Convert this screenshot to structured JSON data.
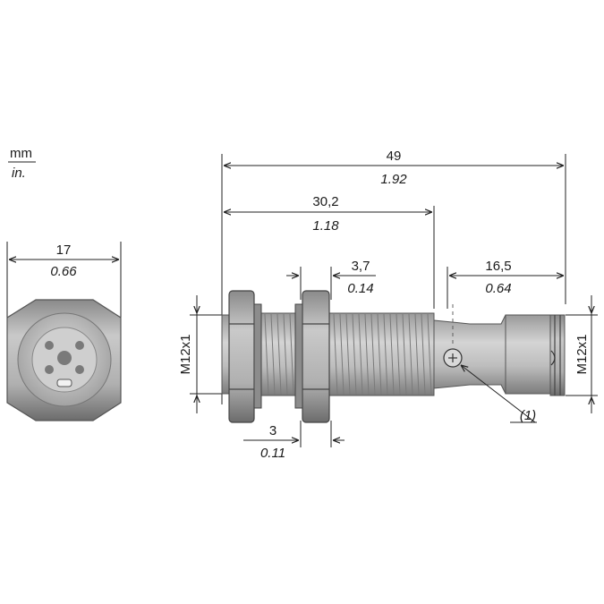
{
  "units": {
    "metric": "mm",
    "imperial": "in."
  },
  "dimensions": {
    "front_width": {
      "mm": "17",
      "in": "0.66"
    },
    "total_length": {
      "mm": "49",
      "in": "1.92"
    },
    "thread_length": {
      "mm": "30,2",
      "in": "1.18"
    },
    "nut_width": {
      "mm": "3,7",
      "in": "0.14"
    },
    "connector_len": {
      "mm": "16,5",
      "in": "0.64"
    },
    "nut_thickness": {
      "mm": "3",
      "in": "0.11"
    }
  },
  "thread_labels": {
    "left": "M12x1",
    "right": "M12x1"
  },
  "callout": "(1)",
  "colors": {
    "body_gray": "#a9a9a9",
    "light_gray": "#d6d6d6",
    "dark_gray": "#6e6e6e",
    "line": "#222222"
  }
}
